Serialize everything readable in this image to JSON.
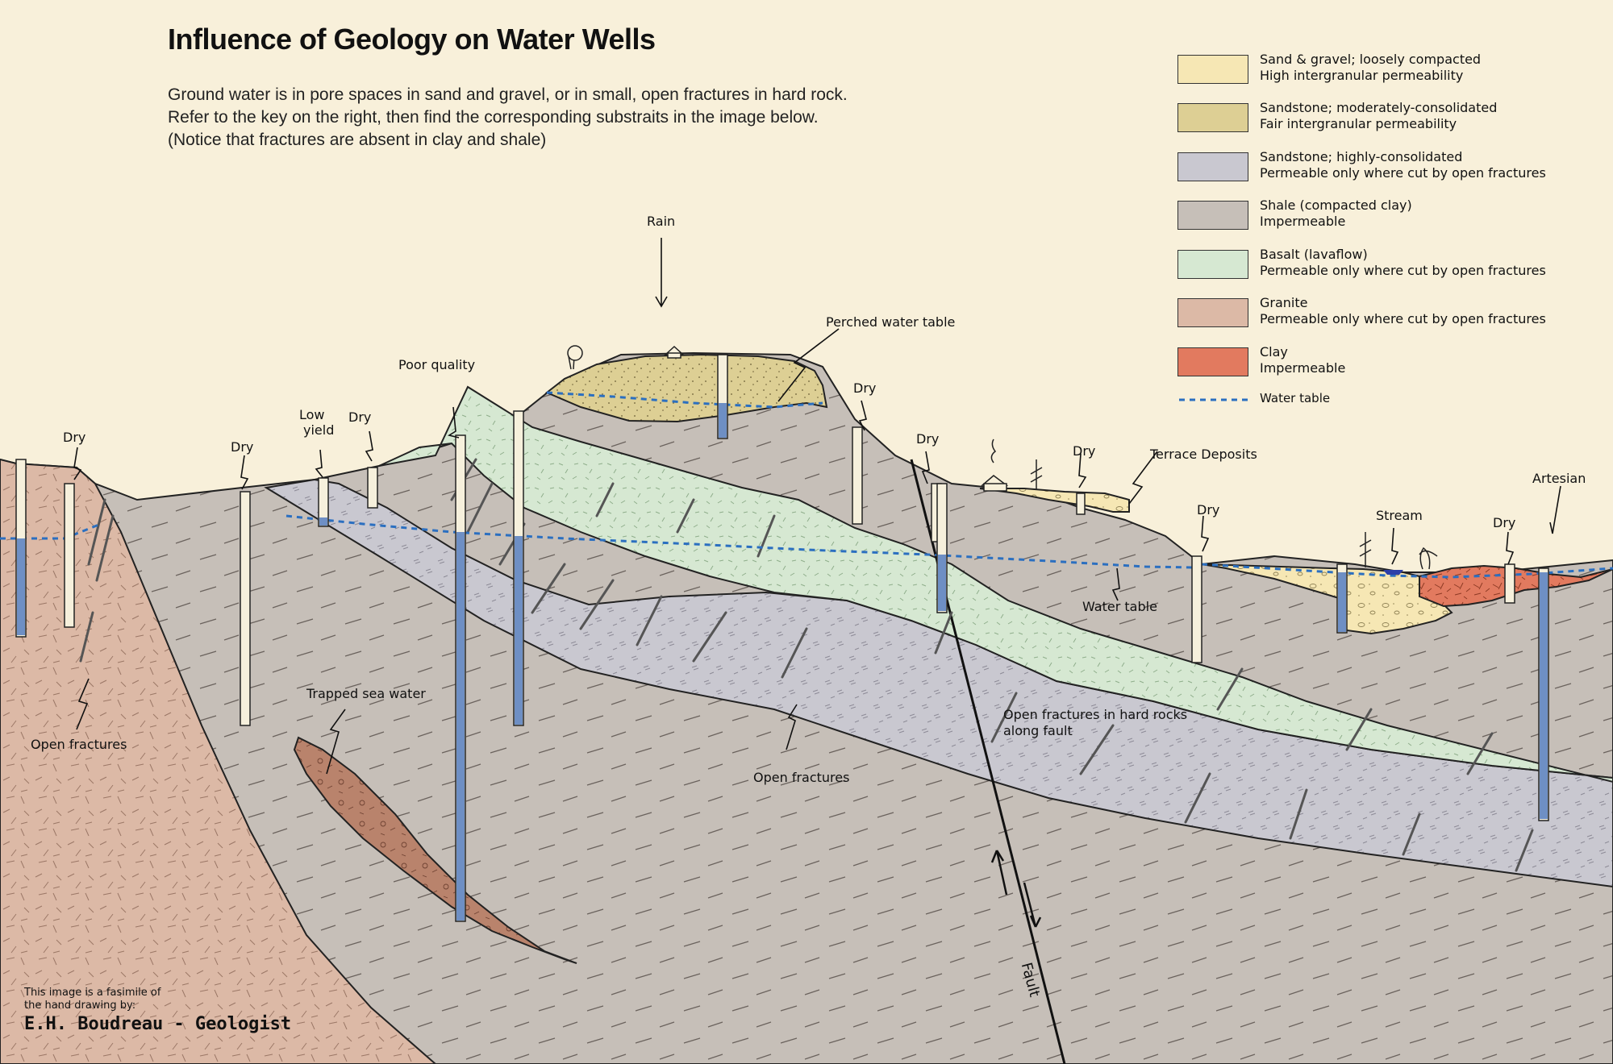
{
  "title": "Influence of Geology on Water Wells",
  "intro": [
    "Ground water is in pore spaces in sand and gravel, or in small, open fractures in hard rock.",
    "Refer to the key on the right, then find the corresponding substraits in the image below.",
    "(Notice that fractures are absent in clay and shale)"
  ],
  "legend": [
    {
      "line1": "Sand & gravel; loosely compacted",
      "line2": "High intergranular permeability",
      "color": "#f6e7b4"
    },
    {
      "line1": "Sandstone; moderately-consolidated",
      "line2": "Fair intergranular permeability",
      "color": "#ddcf94"
    },
    {
      "line1": "Sandstone; highly-consolidated",
      "line2": "Permeable only where cut by open fractures",
      "color": "#c9c8d0"
    },
    {
      "line1": "Shale (compacted clay)",
      "line2": "Impermeable",
      "color": "#c6bfb8"
    },
    {
      "line1": "Basalt (lavaflow)",
      "line2": "Permeable only where cut by open fractures",
      "color": "#d6e8d2"
    },
    {
      "line1": "Granite",
      "line2": "Permeable only where cut by open fractures",
      "color": "#dcb9a6"
    },
    {
      "line1": "Clay",
      "line2": "Impermeable",
      "color": "#e27a5f"
    }
  ],
  "legend_water_table": "Water table",
  "labels": {
    "rain": "Rain",
    "perched": "Perched water table",
    "poor_quality": "Poor quality",
    "low_yield_1": "Low",
    "low_yield_2": "yield",
    "dry": "Dry",
    "terrace": "Terrace Deposits",
    "stream": "Stream",
    "artesian": "Artesian",
    "water_table": "Water table",
    "open_fractures": "Open fractures",
    "trapped": "Trapped sea water",
    "fault_fractures_1": "Open fractures in hard rocks",
    "fault_fractures_2": "along fault",
    "fault": "Fault"
  },
  "credit": {
    "line1": "This image is a fasimile of",
    "line2": "the hand drawing by:",
    "author": "E.H. Boudreau - Geologist"
  },
  "colors": {
    "background": "#f8f0da",
    "water": "#6e8fc4",
    "water_table": "#2b6fc0",
    "shale": "#c6bfb8",
    "granite": "#dcb9a6",
    "sandstone_hard": "#c9c8d0",
    "basalt": "#d6e8d2",
    "sandstone_mod": "#ddcf94",
    "sand_gravel": "#f6e7b4",
    "clay": "#e27a5f",
    "trapped": "#b9836c"
  }
}
